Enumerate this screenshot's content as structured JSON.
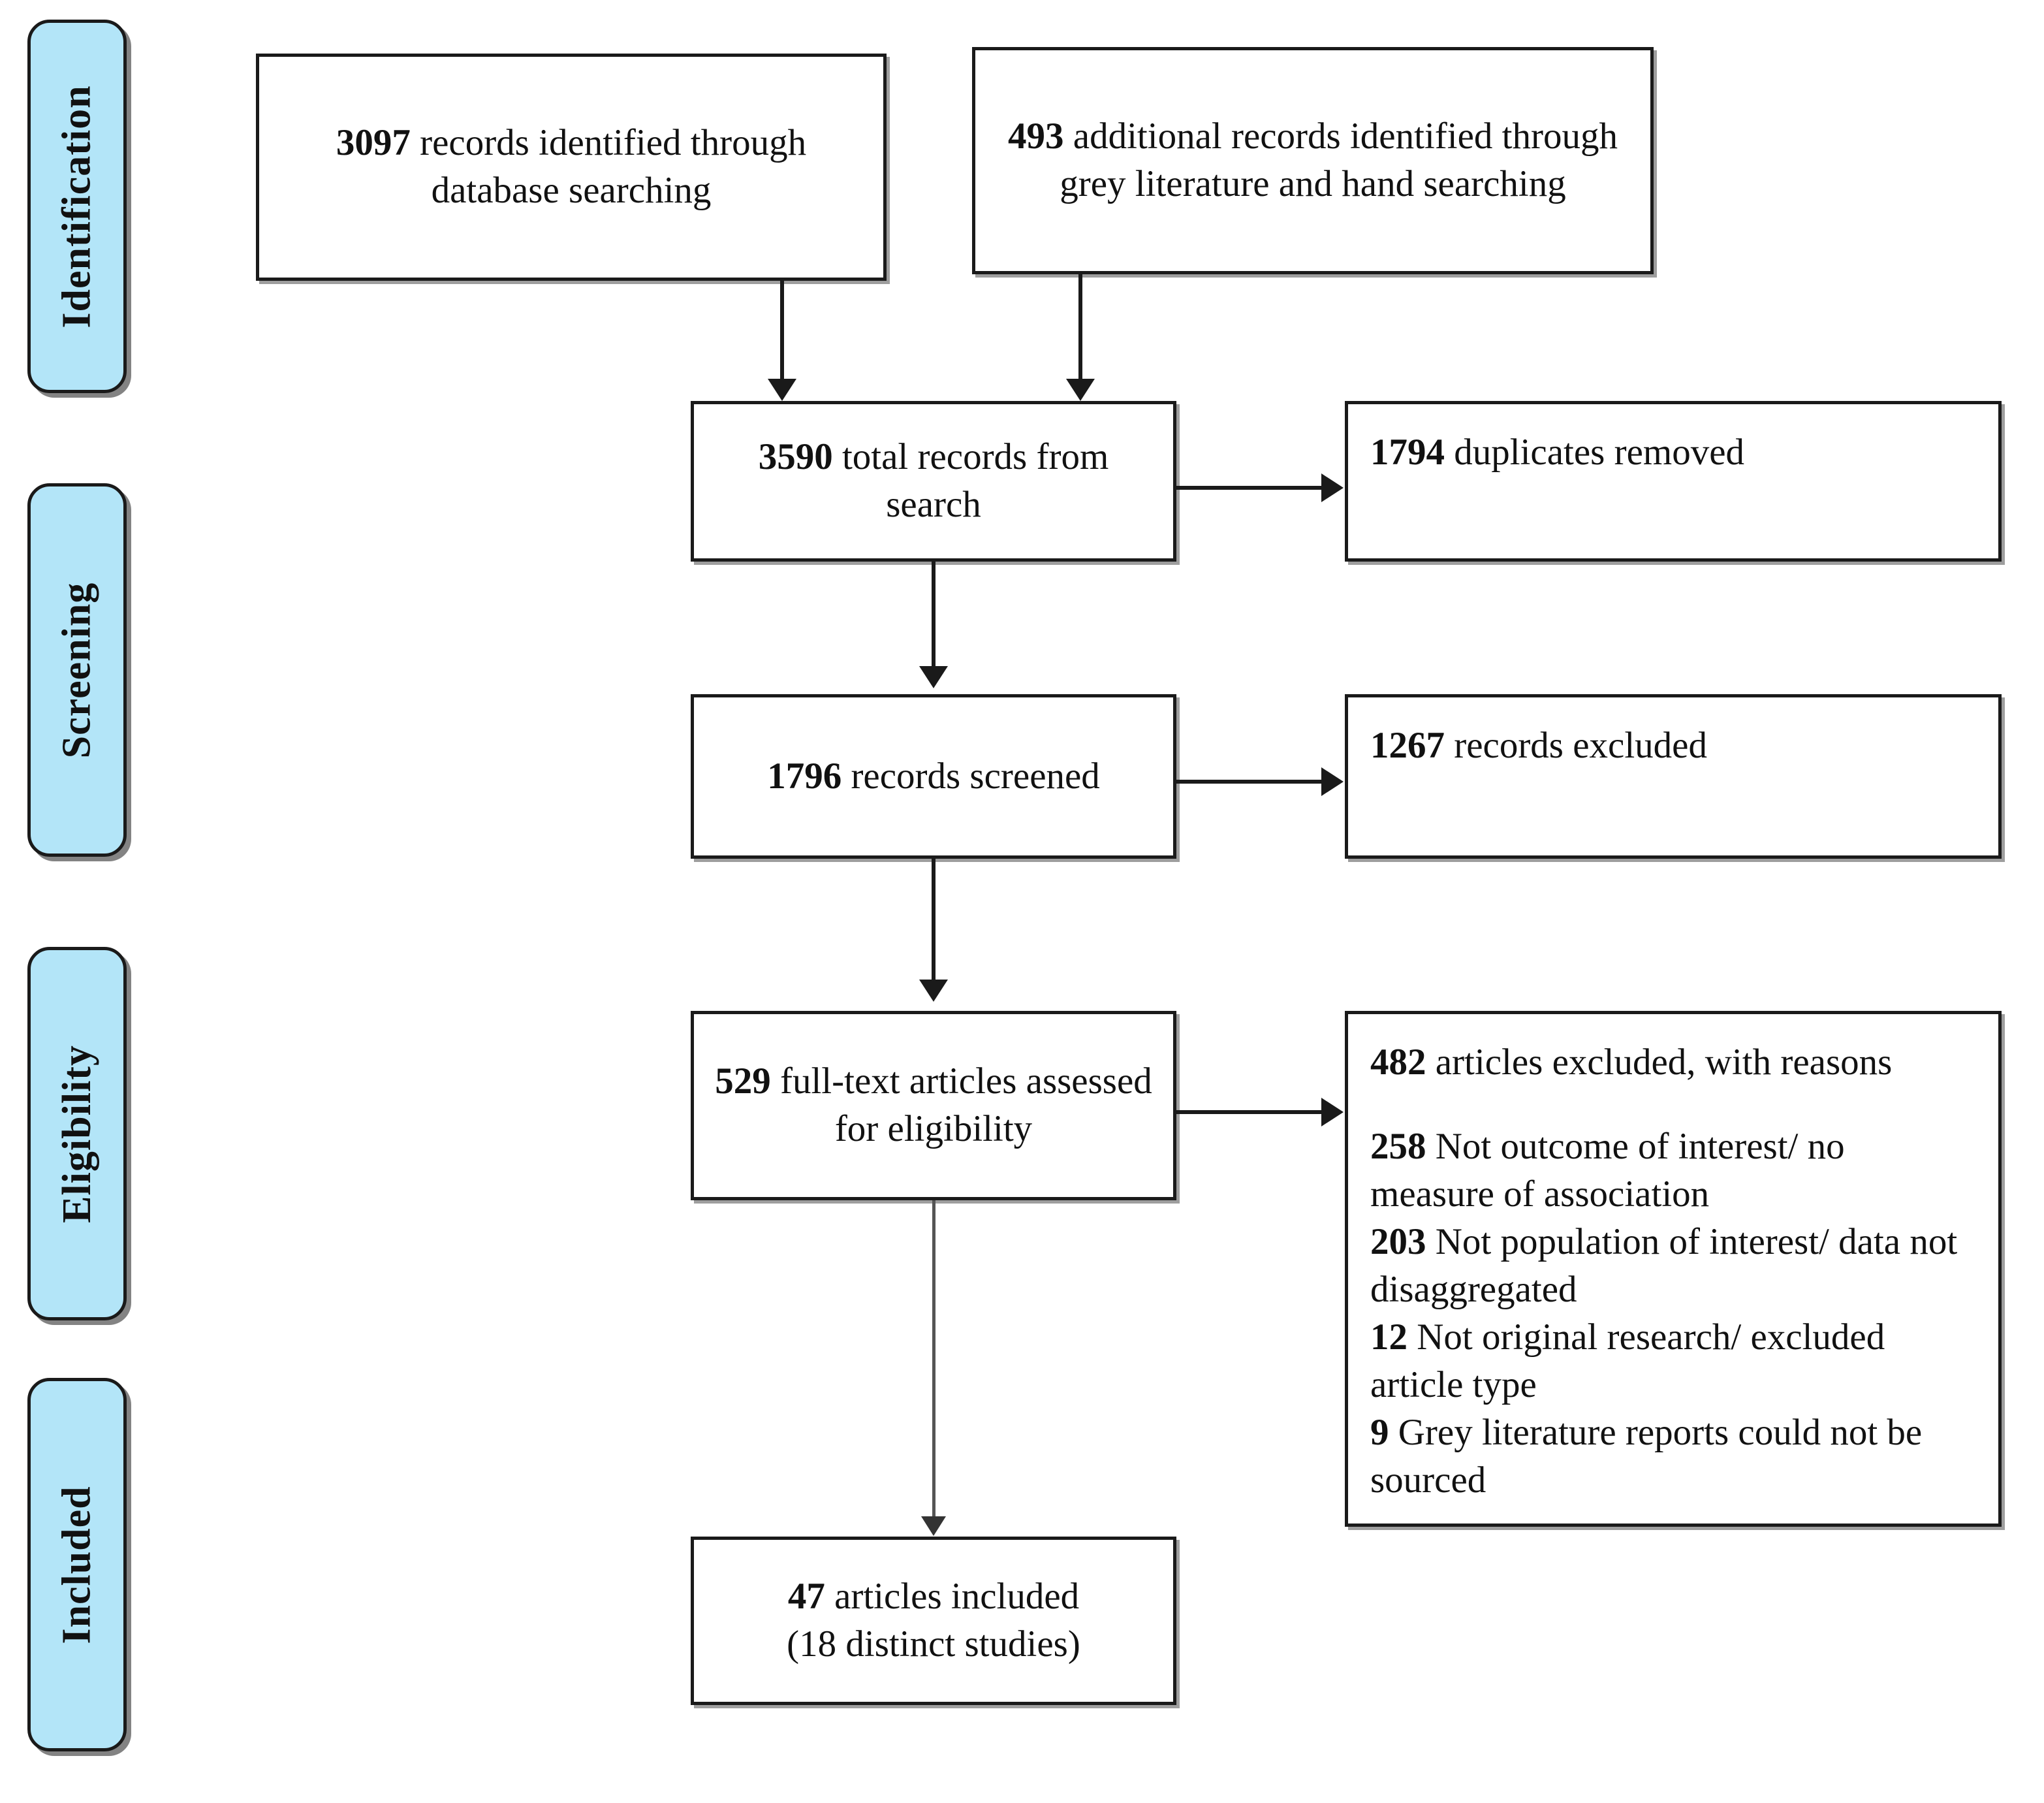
{
  "diagram": {
    "title": "PRISMA study selection flow diagram",
    "accent_color": "#b3e5f8",
    "line_color": "#1a1a1a"
  },
  "stages": [
    {
      "id": "identification",
      "label": "Identification"
    },
    {
      "id": "screening",
      "label": "Screening"
    },
    {
      "id": "eligibility",
      "label": "Eligibility"
    },
    {
      "id": "included",
      "label": "Included"
    }
  ],
  "nodes": {
    "database_search": {
      "count": "3097",
      "text": " records identified through database searching"
    },
    "grey_literature": {
      "count": "493",
      "text": " additional records identified through grey literature and hand searching"
    },
    "total_records": {
      "count": "3590",
      "text": " total records from search"
    },
    "duplicates_removed": {
      "count": "1794",
      "text": " duplicates removed"
    },
    "records_screened": {
      "count": "1796",
      "text": " records screened"
    },
    "records_excluded": {
      "count": "1267",
      "text": " records excluded"
    },
    "fulltext_assessed": {
      "count": "529",
      "text": " full-text articles assessed for eligibility"
    },
    "articles_excluded": {
      "count": "482",
      "text": " articles excluded, with reasons",
      "reasons": [
        {
          "count": "258",
          "text": " Not outcome of interest/ no measure of association"
        },
        {
          "count": "203",
          "text": " Not population of interest/ data not disaggregated"
        },
        {
          "count": "12",
          "text": " Not original research/ excluded article type"
        },
        {
          "count": "9",
          "text": " Grey literature reports could not be sourced"
        }
      ]
    },
    "articles_included": {
      "count": "47",
      "text": " articles included",
      "subtext": "(18 distinct studies)"
    }
  },
  "chart_data": {
    "type": "diagram",
    "title": "PRISMA study selection flow diagram",
    "stages": [
      "Identification",
      "Screening",
      "Eligibility",
      "Included"
    ],
    "flow": [
      {
        "stage": "Identification",
        "label": "records identified through database searching",
        "value": 3097
      },
      {
        "stage": "Identification",
        "label": "additional records identified through grey literature and hand searching",
        "value": 493
      },
      {
        "stage": "Identification",
        "label": "total records from search",
        "value": 3590
      },
      {
        "stage": "Screening",
        "label": "duplicates removed",
        "value": 1794
      },
      {
        "stage": "Screening",
        "label": "records screened",
        "value": 1796
      },
      {
        "stage": "Screening",
        "label": "records excluded",
        "value": 1267
      },
      {
        "stage": "Eligibility",
        "label": "full-text articles assessed for eligibility",
        "value": 529
      },
      {
        "stage": "Eligibility",
        "label": "articles excluded, with reasons",
        "value": 482
      },
      {
        "stage": "Eligibility",
        "label": "Not outcome of interest/ no measure of association",
        "value": 258
      },
      {
        "stage": "Eligibility",
        "label": "Not population of interest/ data not disaggregated",
        "value": 203
      },
      {
        "stage": "Eligibility",
        "label": "Not original research/ excluded article type",
        "value": 12
      },
      {
        "stage": "Eligibility",
        "label": "Grey literature reports could not be sourced",
        "value": 9
      },
      {
        "stage": "Included",
        "label": "articles included",
        "value": 47
      },
      {
        "stage": "Included",
        "label": "distinct studies",
        "value": 18
      }
    ]
  }
}
